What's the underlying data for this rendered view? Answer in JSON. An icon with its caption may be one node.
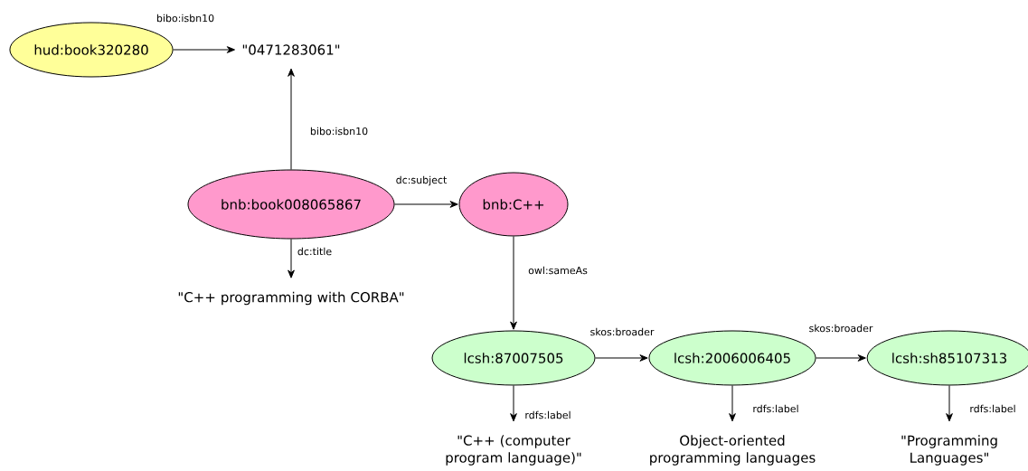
{
  "diagram": {
    "nodes": [
      {
        "text": [
          "hud:book320280"
        ]
      },
      {
        "text": [
          "\"0471283061\""
        ]
      },
      {
        "text": [
          "bnb:book008065867"
        ]
      },
      {
        "text": [
          "bnb:C++"
        ]
      },
      {
        "text": [
          "\"C++ programming with CORBA\""
        ]
      },
      {
        "text": [
          "lcsh:87007505"
        ]
      },
      {
        "text": [
          "lcsh:2006006405"
        ]
      },
      {
        "text": [
          "lcsh:sh85107313"
        ]
      },
      {
        "text": [
          "\"C++ (computer program language)\""
        ]
      },
      {
        "text": [
          "Object-oriented programming languages"
        ]
      },
      {
        "text": [
          "\"Programming Languages\""
        ]
      }
    ],
    "edges": [
      {
        "from": 0,
        "to": 1,
        "arrow": "to",
        "label": "bibo:isbn10"
      },
      {
        "from": 2,
        "to": 1,
        "arrow": "to",
        "label": "bibo:isbn10"
      },
      {
        "from": 2,
        "to": 3,
        "arrow": "to",
        "label": "dc:subject"
      },
      {
        "from": 2,
        "to": 4,
        "arrow": "to",
        "label": "dc:title"
      },
      {
        "from": 3,
        "to": 5,
        "arrow": "to",
        "label": "owl:sameAs"
      },
      {
        "from": 5,
        "to": 6,
        "arrow": "to",
        "label": "skos:broader"
      },
      {
        "from": 6,
        "to": 7,
        "arrow": "to",
        "label": "skos:broader"
      },
      {
        "from": 5,
        "to": 8,
        "arrow": "to",
        "label": "rdfs:label"
      },
      {
        "from": 6,
        "to": 9,
        "arrow": "to",
        "label": "rdfs:label"
      },
      {
        "from": 7,
        "to": 10,
        "arrow": "to",
        "label": "rdfs:label"
      }
    ]
  }
}
